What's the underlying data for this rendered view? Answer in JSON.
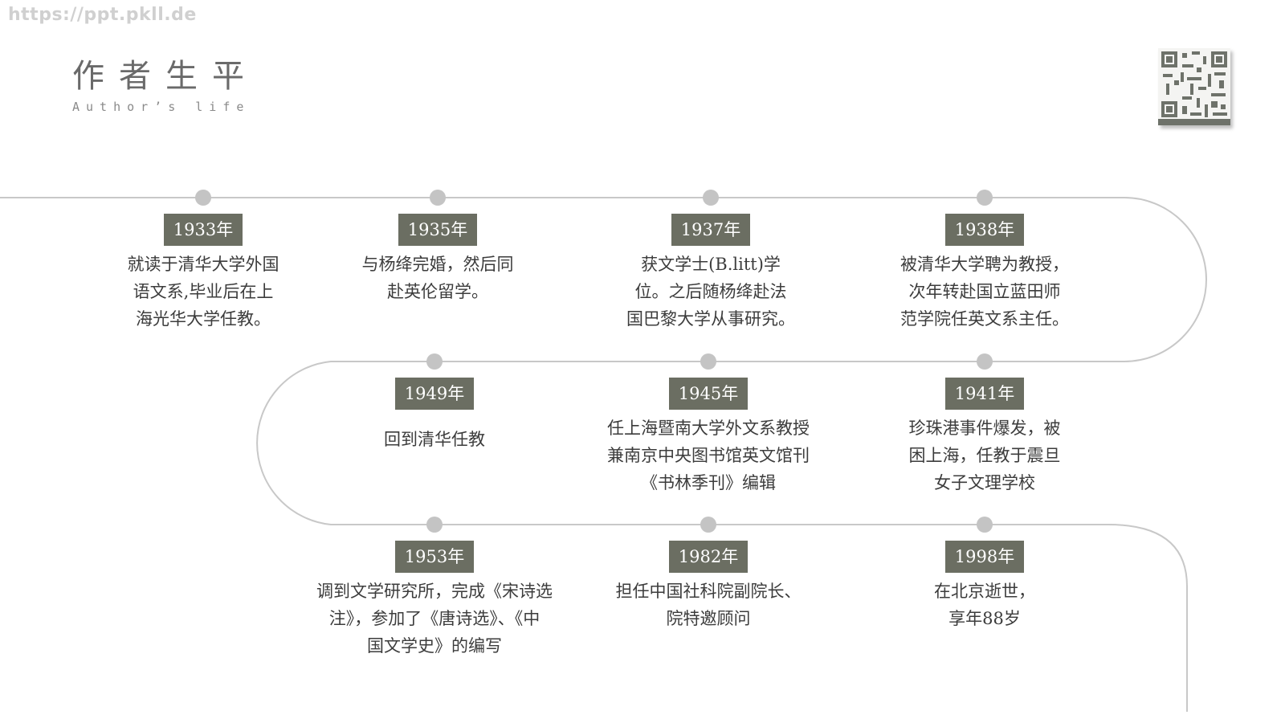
{
  "watermark": "https://ppt.pkll.de",
  "header": {
    "title": "作者生平",
    "subtitle": "Author’s life"
  },
  "colors": {
    "badge": "#6b6e62",
    "line": "#c8c8c8",
    "node": "#c4c4c4"
  },
  "timeline": [
    {
      "year": "1933年",
      "text": "就读于清华大学外国\n语文系,毕业后在上\n海光华大学任教。"
    },
    {
      "year": "1935年",
      "text": "与杨绛完婚，然后同\n赴英伦留学。"
    },
    {
      "year": "1937年",
      "text": "获文学士(B.litt)学\n位。之后随杨绛赴法\n国巴黎大学从事研究。"
    },
    {
      "year": "1938年",
      "text": "被清华大学聘为教授，\n次年转赴国立蓝田师\n范学院任英文系主任。"
    },
    {
      "year": "1949年",
      "text": "回到清华任教"
    },
    {
      "year": "1945年",
      "text": "任上海暨南大学外文系教授\n兼南京中央图书馆英文馆刊\n《书林季刊》编辑"
    },
    {
      "year": "1941年",
      "text": "珍珠港事件爆发，被\n困上海，任教于震旦\n女子文理学校"
    },
    {
      "year": "1953年",
      "text": "调到文学研究所，完成《宋诗选\n注》，参加了《唐诗选》、《中\n国文学史》的编写"
    },
    {
      "year": "1982年",
      "text": "担任中国社科院副院长、\n院特邀顾问"
    },
    {
      "year": "1998年",
      "text": "在北京逝世，\n享年88岁"
    }
  ]
}
